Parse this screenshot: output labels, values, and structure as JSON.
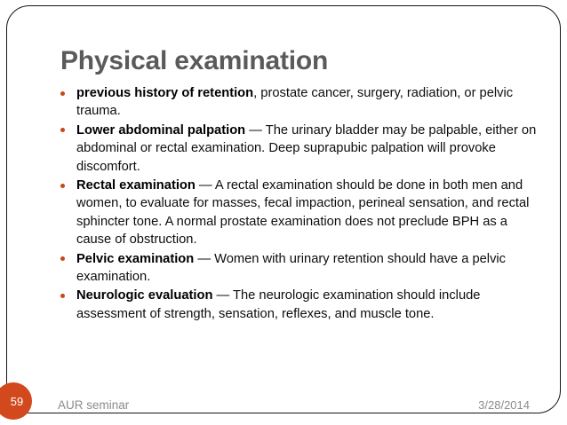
{
  "slide": {
    "title": "Physical examination",
    "bullets": [
      {
        "lead": "previous history of retention",
        "rest": ", prostate cancer, surgery, radiation, or pelvic trauma."
      },
      {
        "lead": "Lower abdominal palpation",
        "rest": " — The urinary bladder may be palpable, either on abdominal or rectal examination. Deep suprapubic palpation will provoke discomfort."
      },
      {
        "lead": "Rectal examination",
        "rest": " — A rectal examination should be done in both men and women, to evaluate for masses, fecal impaction, perineal sensation, and rectal sphincter tone. A normal prostate examination does not preclude BPH as a cause of obstruction."
      },
      {
        "lead": "Pelvic examination",
        "rest": " — Women with urinary retention should have a pelvic examination."
      },
      {
        "lead": "Neurologic evaluation",
        "rest": " — The neurologic examination should include assessment of strength, sensation, reflexes, and muscle tone."
      }
    ],
    "footer": {
      "slide_number": "59",
      "label": "AUR seminar",
      "date": "3/28/2014"
    },
    "colors": {
      "title": "#5a5a5a",
      "bullet_dot": "#c2491b",
      "number_badge": "#d2491e",
      "footer_text": "#8c8c8c",
      "body_text": "#0d0d0d",
      "frame_border": "#151515"
    }
  }
}
